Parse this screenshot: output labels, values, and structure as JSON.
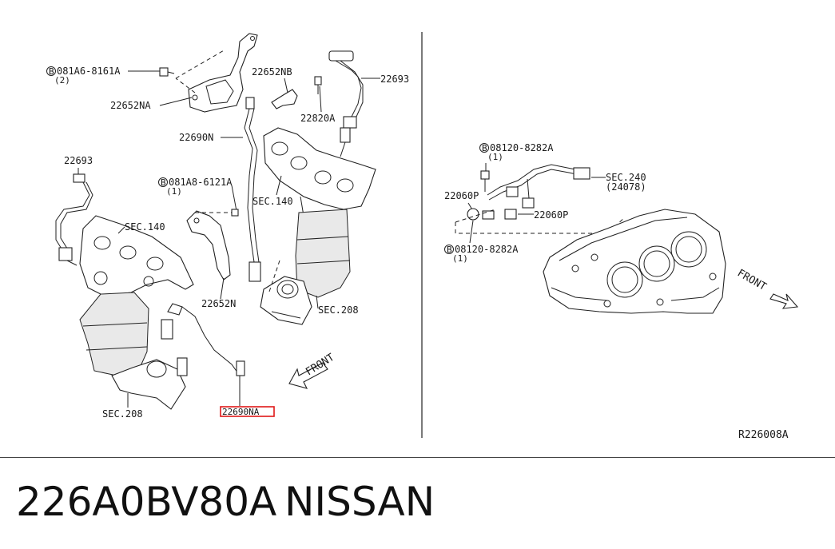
{
  "diagram": {
    "labels": {
      "bolt_081a6": "081A6-8161A",
      "bolt_081a6_qty": "(2)",
      "bolt_081a8": "081A8-6121A",
      "bolt_081a8_qty": "(1)",
      "bolt_08120_top": "08120-8282A",
      "bolt_08120_top_qty": "(1)",
      "bolt_08120_bot": "08120-8282A",
      "bolt_08120_bot_qty": "(1)",
      "b_marker": "B",
      "p22652NA": "22652NA",
      "p22652NB": "22652NB",
      "p22652N": "22652N",
      "p22693_right": "22693",
      "p22693_left": "22693",
      "p22820A": "22820A",
      "p22690N": "22690N",
      "p22690NA": "22690NA",
      "sec140_a": "SEC.140",
      "sec140_b": "SEC.140",
      "sec208_a": "SEC.208",
      "sec208_b": "SEC.208",
      "sec240": "SEC.240",
      "sec240_sub": "(24078)",
      "p22060P_a": "22060P",
      "p22060P_b": "22060P",
      "front_left": "FRONT",
      "front_right": "FRONT",
      "ref_code": "R226008A"
    },
    "highlight_color": "#e01818"
  },
  "footer": {
    "part_number": "226A0BV80A",
    "brand": "NISSAN"
  }
}
